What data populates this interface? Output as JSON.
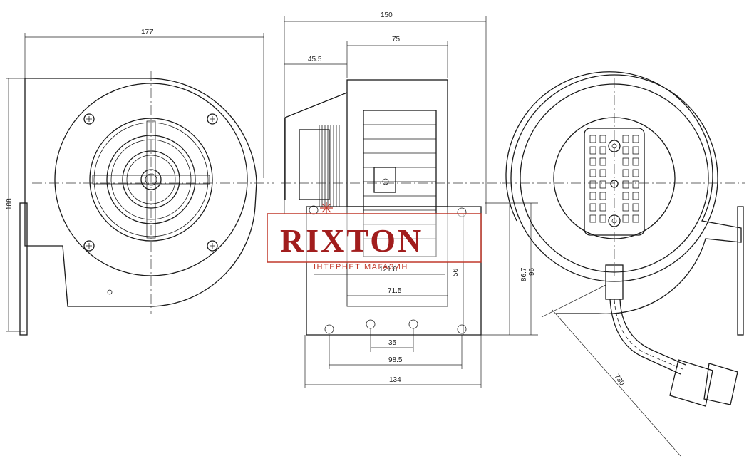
{
  "dimensions": {
    "front_width": "177",
    "front_height": "188",
    "side_overall": "150",
    "side_motor": "75",
    "side_inlet": "45.5",
    "base_121": "121.8",
    "base_71": "71.5",
    "base_35": "35",
    "base_98": "98.5",
    "base_134": "134",
    "height_56": "56",
    "height_86": "86.7",
    "height_96": "96",
    "cable_length": "730"
  },
  "watermark": {
    "brand": "RIXTON",
    "subtitle": "ІНТЕРНЕТ МАГАЗИН",
    "color": "#a11d1d"
  }
}
